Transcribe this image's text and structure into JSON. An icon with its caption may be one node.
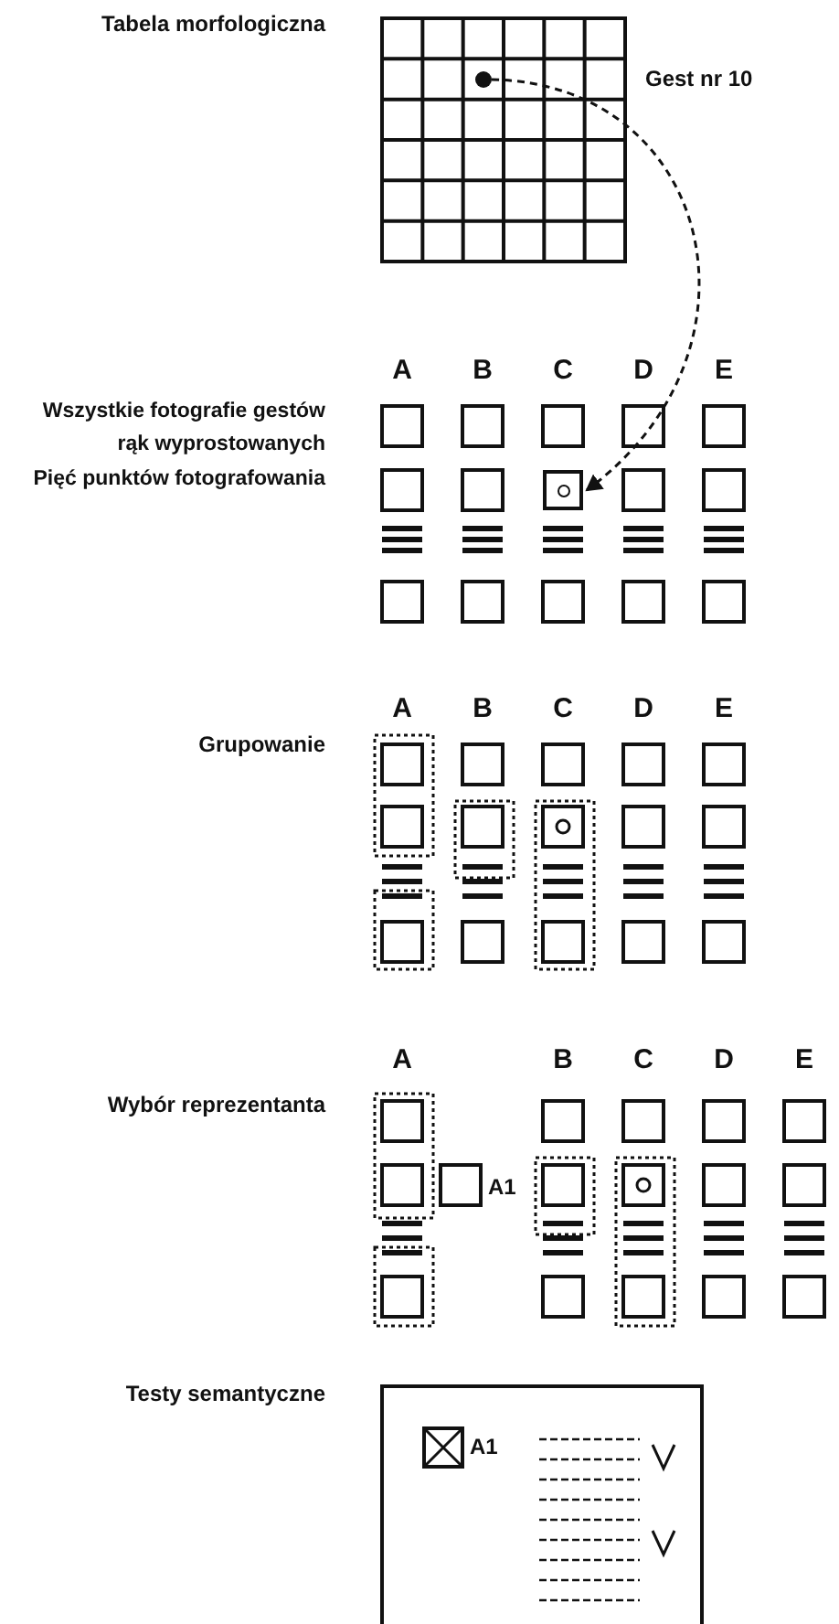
{
  "diagram": {
    "nodes": [
      {
        "text": [],
        "shape": "circle"
      },
      {
        "text": [],
        "shape": "box"
      }
    ],
    "edges": [
      {
        "from": 0,
        "to": 1,
        "arrow": "to",
        "style": "dashed"
      }
    ],
    "labels": [
      "Tabela morfologiczna",
      "Gest nr 10",
      "A",
      "B",
      "C",
      "D",
      "E",
      "Wszystkie fotografie gestów rąk wyprostowanych",
      "Pięć punktów fotografowania",
      "A",
      "B",
      "C",
      "D",
      "E",
      "Grupowanie",
      "A",
      "B",
      "C",
      "D",
      "E",
      "Wybór reprezentanta",
      "A1",
      "Testy semantyczne",
      "A1"
    ]
  }
}
